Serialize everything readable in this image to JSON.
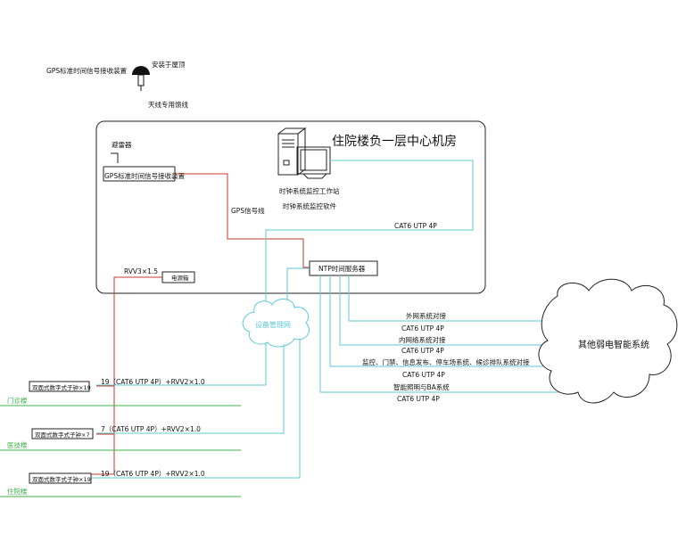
{
  "gps_antenna": {
    "label": "GPS标准时间信号接收装置",
    "install_note": "安装于屋顶",
    "cable_note": "天线专用馈线"
  },
  "machine_room": {
    "title": "住院楼负一层中心机房",
    "arrester": "避雷器",
    "gps_receiver": "GPS标准时间信号接收装置",
    "workstation": "时钟系统监控工作站",
    "software": "时钟系统监控软件",
    "gps_line": "GPS信号线",
    "cat6": "CAT6 UTP 4P",
    "ntp_server": "NTP时间服务器",
    "power_cable": "RVV3×1.5",
    "power_box": "电源箱"
  },
  "device_network": "设备管理网",
  "floors": [
    {
      "name": "门诊楼",
      "clock": "双面式数字式子钟×19",
      "cable": "19（CAT6 UTP 4P）+RVV2×1.0"
    },
    {
      "name": "医技楼",
      "clock": "双面式数字式子钟×7",
      "cable": "7（CAT6 UTP 4P）+RVV2×1.0"
    },
    {
      "name": "住院楼",
      "clock": "双面式数字式子钟×19",
      "cable": "19（CAT6 UTP 4P）+RVV2×1.0"
    }
  ],
  "connections": [
    {
      "label": "外网系统对接",
      "cable": "CAT6 UTP 4P"
    },
    {
      "label": "内网络系统对接",
      "cable": "CAT6 UTP 4P"
    },
    {
      "label": "监控、门禁、信息发布、停车场系统、候诊排队系统对接",
      "cable": "CAT6 UTP 4P"
    },
    {
      "label": "智能照明与BA系统",
      "cable": "CAT6 UTP 4P"
    }
  ],
  "other_systems": "其他弱电智能系统",
  "colors": {
    "cyan": "#5fc9d6",
    "red": "#c0392b",
    "green": "#3cb24a",
    "line": "#222222"
  }
}
